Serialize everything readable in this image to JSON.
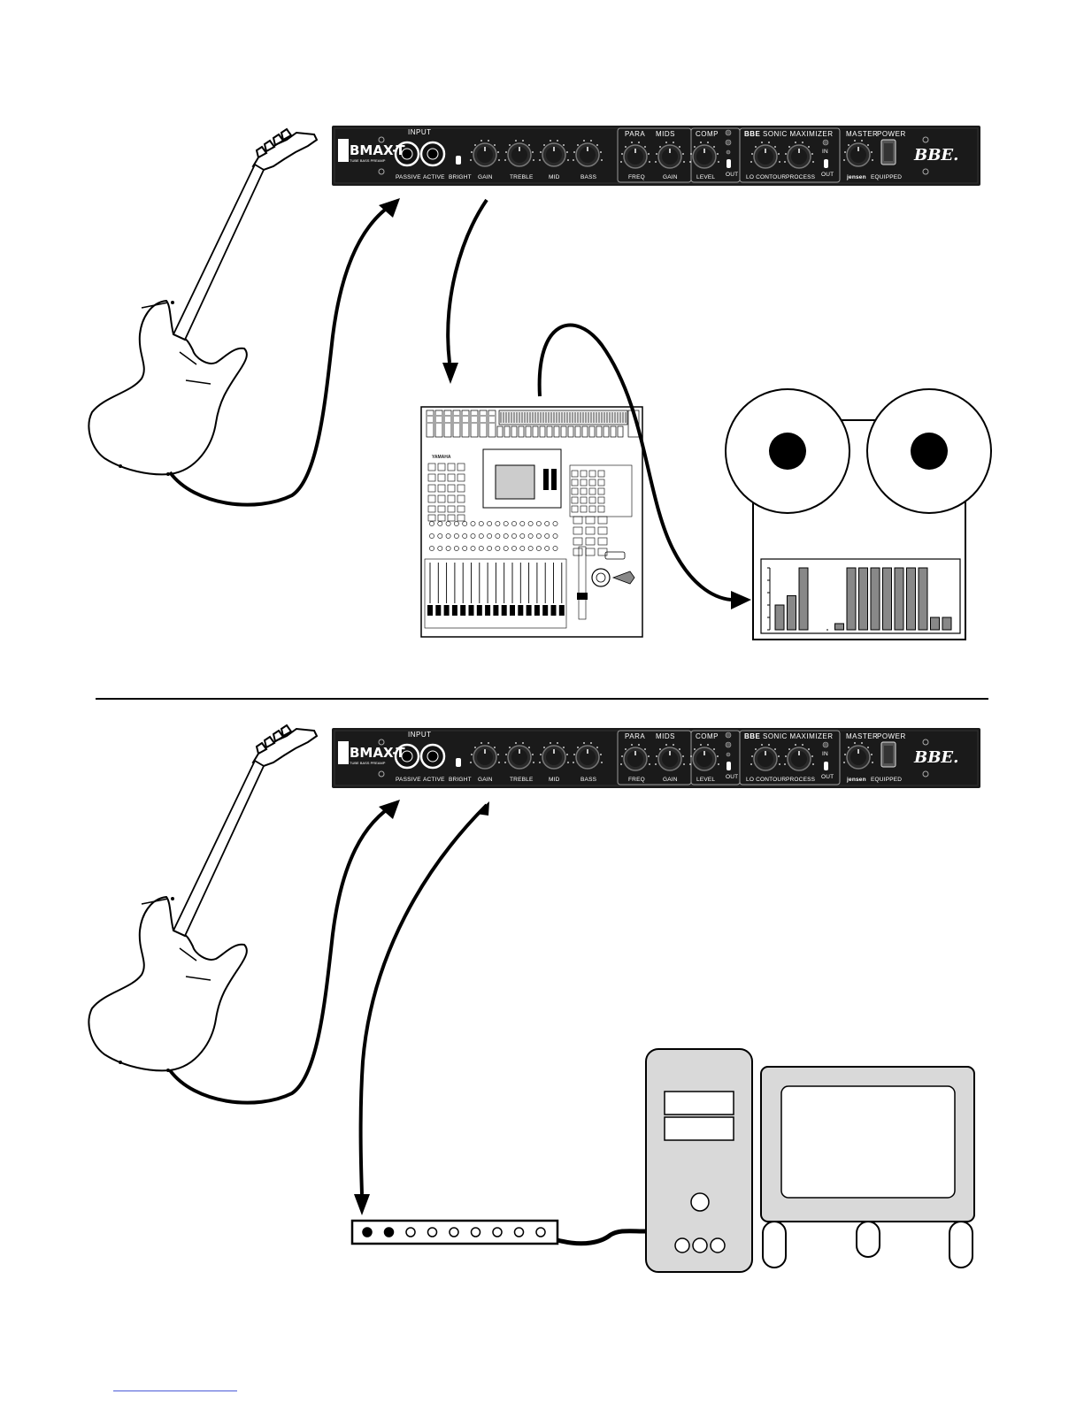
{
  "preamp": {
    "logo": "BMAX-T",
    "logo_sub": "TUBE BASS PREAMP",
    "brand": "BBE.",
    "section_input": "INPUT",
    "jack_passive": "PASSIVE",
    "jack_active": "ACTIVE",
    "switch_bright": "BRIGHT",
    "knob_gain": "GAIN",
    "knob_treble": "TREBLE",
    "knob_mid": "MID",
    "knob_bass": "BASS",
    "section_para": "PARA",
    "section_mids": "MIDS",
    "knob_freq": "FREQ",
    "knob_mids_gain": "GAIN",
    "section_comp": "COMP",
    "knob_level": "LEVEL",
    "section_sonic": "SONIC MAXIMIZER",
    "sonic_prefix": "BBE",
    "knob_lo_contour": "LO CONTOUR",
    "knob_process": "PROCESS",
    "label_in": "IN",
    "label_out": "OUT",
    "knob_master": "MASTER",
    "label_power": "POWER",
    "jensen": "jensen",
    "equipped": "EQUIPPED"
  },
  "mixer": {
    "brand": "YAMAHA"
  },
  "meter_levels": [
    0.4,
    0.55,
    1.0,
    0.0,
    0.0,
    0.1,
    1.0,
    1.0,
    1.0,
    1.0,
    1.0,
    1.0,
    1.0,
    0.2,
    0.2
  ]
}
